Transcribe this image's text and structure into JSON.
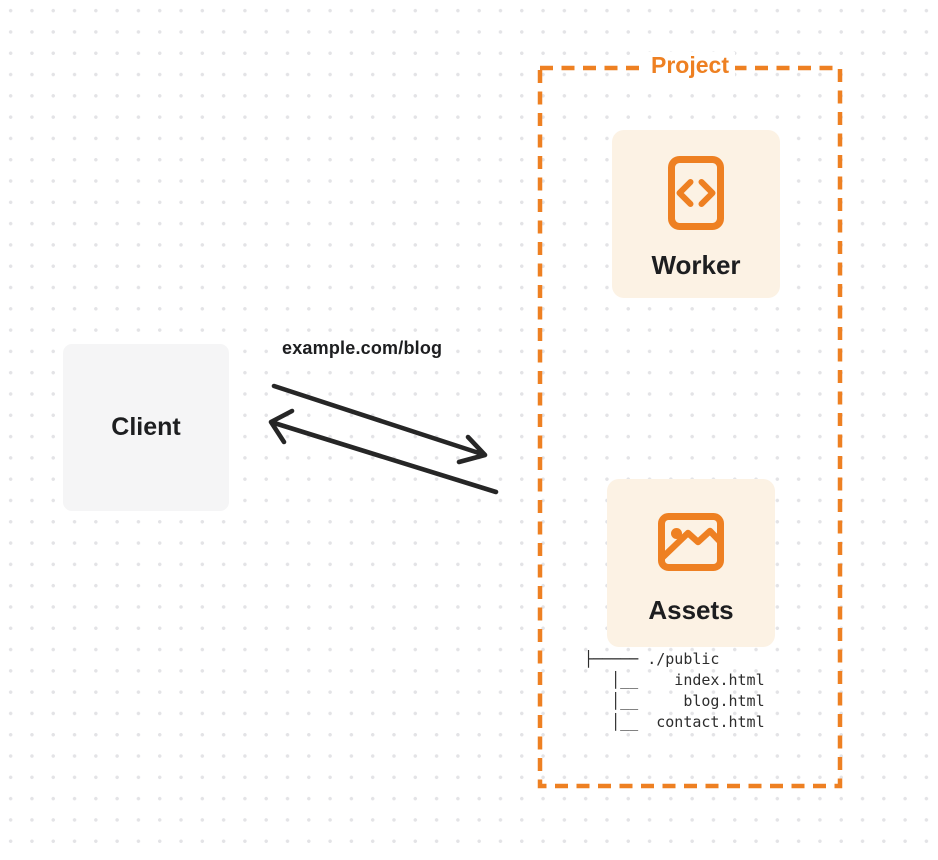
{
  "colors": {
    "orange": "#ee8022",
    "card_bg": "#fcf2e4",
    "client_bg": "#f5f5f6",
    "text": "#1d1e20",
    "arrow": "#262626",
    "dot": "#e3e3e6",
    "tree_text": "#2d2d2d"
  },
  "client": {
    "label": "Client"
  },
  "request": {
    "url_label": "example.com/blog"
  },
  "project": {
    "label": "Project",
    "worker": {
      "label": "Worker",
      "icon": "code-file-icon"
    },
    "assets": {
      "label": "Assets",
      "icon": "image-icon",
      "file_tree": [
        "├───── ./public",
        "   │__    index.html",
        "   │__     blog.html",
        "   │__  contact.html"
      ]
    }
  }
}
